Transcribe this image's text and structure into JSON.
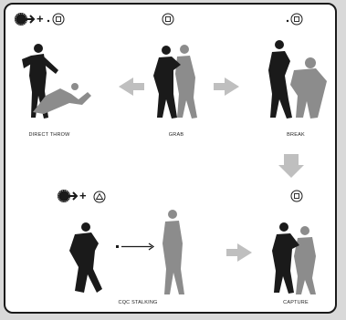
{
  "panels": [
    {
      "id": "direct-throw",
      "caption": "DIRECT THROW"
    },
    {
      "id": "grab",
      "caption": "GRAB"
    },
    {
      "id": "break",
      "caption": "BREAK"
    },
    {
      "id": "cqc-stalking",
      "caption": "CQC STALKING"
    },
    {
      "id": "capture",
      "caption": "CAPTURE"
    }
  ],
  "buttons": {
    "square": "square",
    "triangle": "triangle",
    "plus": "+",
    "dot": "·"
  },
  "colors": {
    "silhouette_dark": "#1a1a1a",
    "silhouette_gray": "#8c8c8c",
    "arrow_gray": "#bfbfbf",
    "frame": "#1a1a1a"
  }
}
